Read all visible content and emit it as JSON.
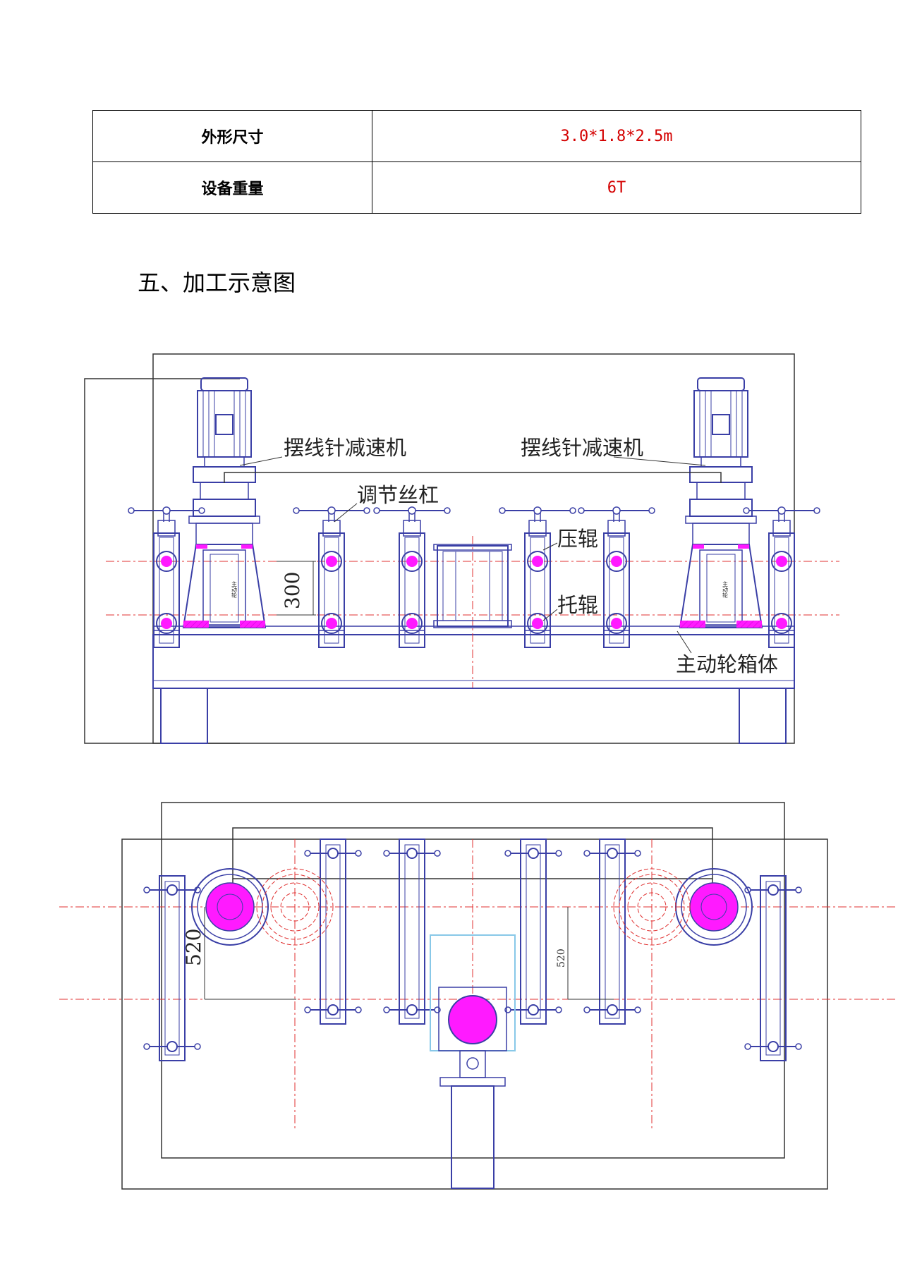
{
  "specs": [
    {
      "label": "外形尺寸",
      "value": "3.0*1.8*2.5m"
    },
    {
      "label": "设备重量",
      "value": "6T"
    }
  ],
  "section_title": "五、加工示意图",
  "front_view": {
    "reducer_left": "摆线针减速机",
    "reducer_right": "摆线针减速机",
    "screw": "调节丝杠",
    "press_roller": "压辊",
    "support_roller": "托辊",
    "drive_box": "主动轮箱体",
    "dim_height": "300",
    "drive_wheel_label": "主动轮"
  },
  "top_view": {
    "dim_left": "520",
    "dim_right": "520"
  },
  "colors": {
    "line": "#3a3fa6",
    "center": "#e03030",
    "fill": "#ff1aff",
    "spec_value": "#d40000"
  }
}
